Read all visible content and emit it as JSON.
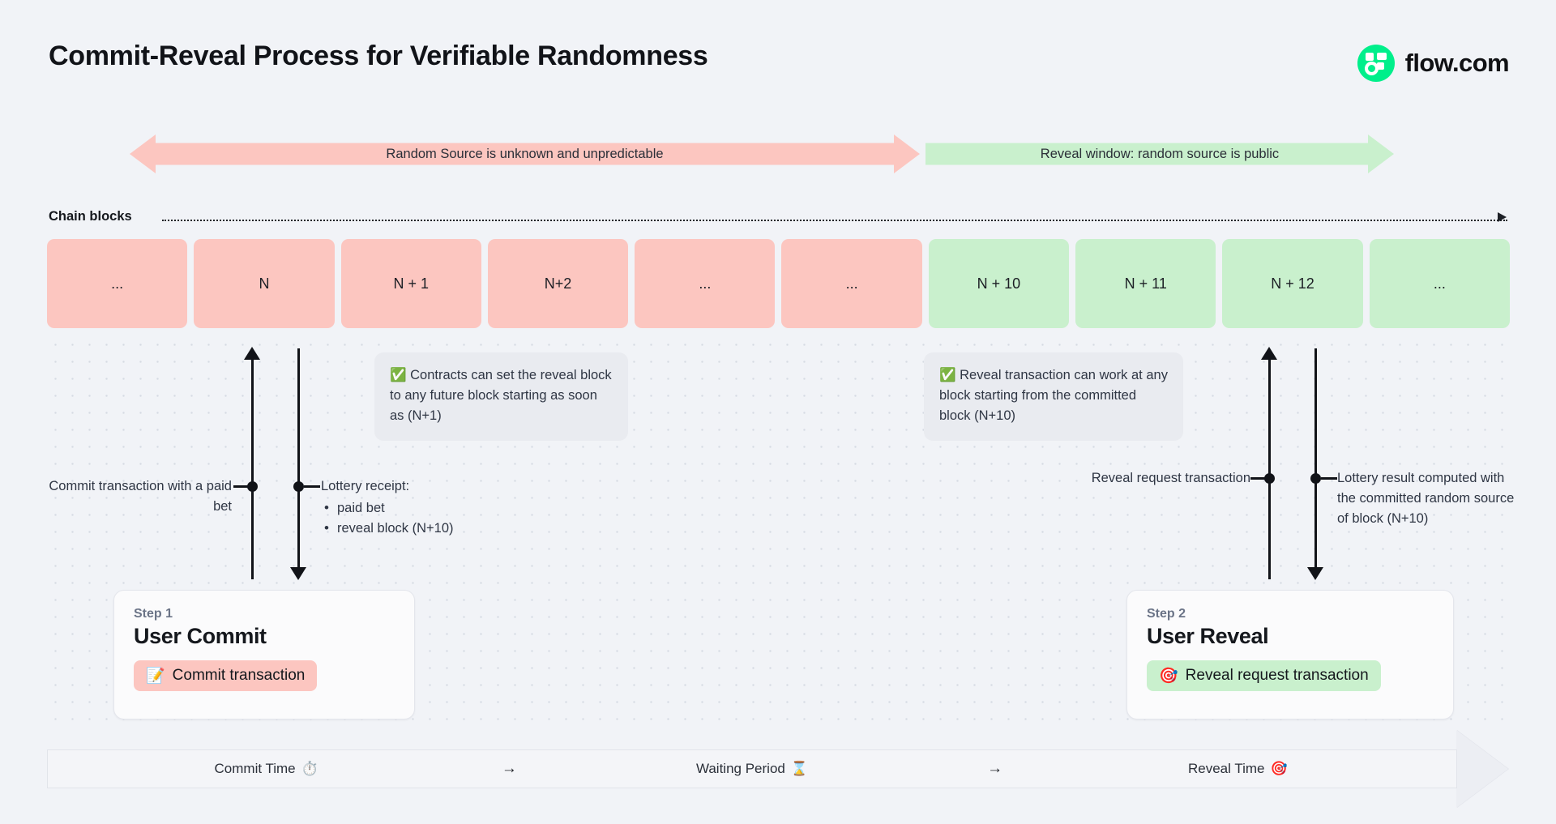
{
  "header": {
    "title": "Commit-Reveal Process for Verifiable Randomness",
    "brand_name": "flow.com",
    "brand_color": "#00ef8b"
  },
  "banners": [
    {
      "id": "unpredictable",
      "label": "Random Source is unknown and unpredictable",
      "color": "#fcc6c0"
    },
    {
      "id": "reveal-window",
      "label": "Reveal window: random source is public",
      "color": "#c9f0cd"
    }
  ],
  "chain": {
    "label": "Chain blocks",
    "blocks": [
      {
        "label": "...",
        "phase": "commit"
      },
      {
        "label": "N",
        "phase": "commit"
      },
      {
        "label": "N + 1",
        "phase": "commit"
      },
      {
        "label": "N+2",
        "phase": "commit"
      },
      {
        "label": "...",
        "phase": "commit"
      },
      {
        "label": "...",
        "phase": "commit"
      },
      {
        "label": "N + 10",
        "phase": "reveal"
      },
      {
        "label": "N + 11",
        "phase": "reveal"
      },
      {
        "label": "N + 12",
        "phase": "reveal"
      },
      {
        "label": "...",
        "phase": "reveal"
      }
    ]
  },
  "callouts": [
    {
      "id": "commit-callout",
      "icon": "✅",
      "text": "Contracts can set the reveal block to any future block starting as soon as (N+1)"
    },
    {
      "id": "reveal-callout",
      "icon": "✅",
      "text": "Reveal transaction can work at any block starting from the committed block (N+10)"
    }
  ],
  "annotations": {
    "commit_tx": "Commit transaction with a paid bet",
    "lottery_receipt_title": "Lottery receipt:",
    "lottery_receipt_items": [
      "paid bet",
      "reveal block (N+10)"
    ],
    "reveal_request": "Reveal request transaction",
    "lottery_result": "Lottery result computed with the committed random source of block (N+10)"
  },
  "steps": [
    {
      "step_label": "Step 1",
      "title": "User Commit",
      "chip_icon": "📝",
      "chip_label": "Commit transaction",
      "chip_color": "#fcc6c0"
    },
    {
      "step_label": "Step 2",
      "title": "User Reveal",
      "chip_icon": "🎯",
      "chip_label": "Reveal request transaction",
      "chip_color": "#c9f0cd"
    }
  ],
  "phase_bar": {
    "phases": [
      {
        "label": "Commit Time",
        "icon": "⏱️"
      },
      {
        "label": "Waiting Period",
        "icon": "⌛"
      },
      {
        "label": "Reveal Time",
        "icon": "🎯"
      }
    ],
    "separator": "→"
  }
}
